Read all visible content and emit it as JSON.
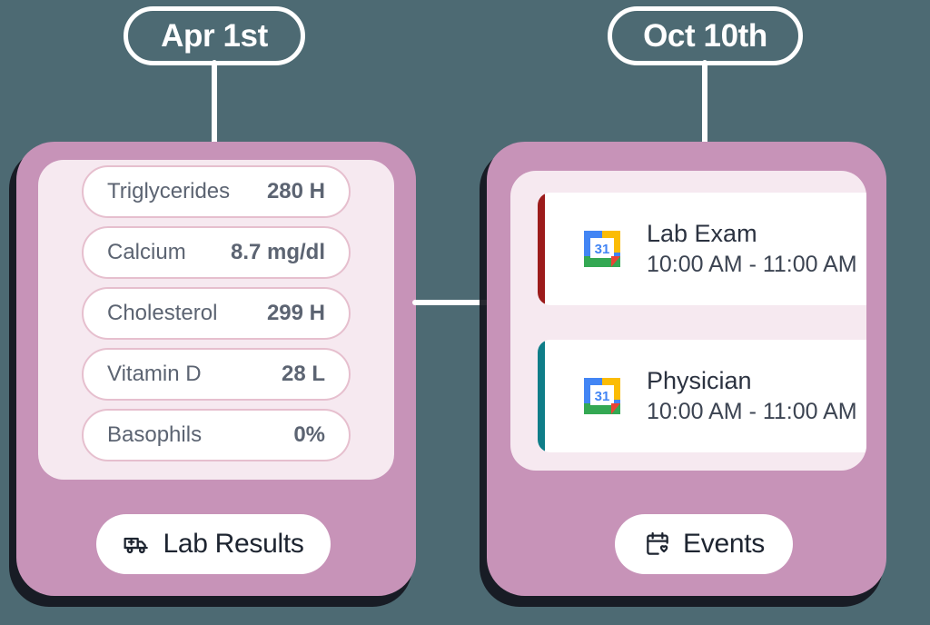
{
  "theme": {
    "background": "#4d6a73",
    "card_bg": "#c793b8",
    "panel_bg": "#f6e9f0",
    "row_bg": "#ffffff",
    "row_border": "#e6bfce",
    "text_slate": "#5c6472",
    "text_dark": "#2b3240",
    "connector": "#ffffff",
    "accent_lab_exam": "#9c1b1b",
    "accent_physician": "#0f7d88"
  },
  "left_card": {
    "date_label": "Apr 1st",
    "results": [
      {
        "name": "Triglycerides",
        "value": "280 H",
        "clipped": "top"
      },
      {
        "name": "Calcium",
        "value": "8.7 mg/dl",
        "clipped": "none"
      },
      {
        "name": "Cholesterol",
        "value": "299 H",
        "clipped": "none"
      },
      {
        "name": "Vitamin D",
        "value": "28 L",
        "clipped": "none"
      },
      {
        "name": "Basophils",
        "value": "0%",
        "clipped": "bottom"
      }
    ],
    "button": {
      "label": "Lab Results",
      "icon": "ambulance-icon"
    }
  },
  "right_card": {
    "date_label": "Oct 10th",
    "events": [
      {
        "title": "Lab Exam",
        "time": "10:00 AM - 11:00 AM",
        "accent": "#9c1b1b",
        "icon": "google-calendar-icon",
        "icon_day": "31"
      },
      {
        "title": "Physician",
        "time": "10:00 AM - 11:00 AM",
        "accent": "#0f7d88",
        "icon": "google-calendar-icon",
        "icon_day": "31"
      }
    ],
    "button": {
      "label": "Events",
      "icon": "calendar-heart-icon"
    }
  }
}
